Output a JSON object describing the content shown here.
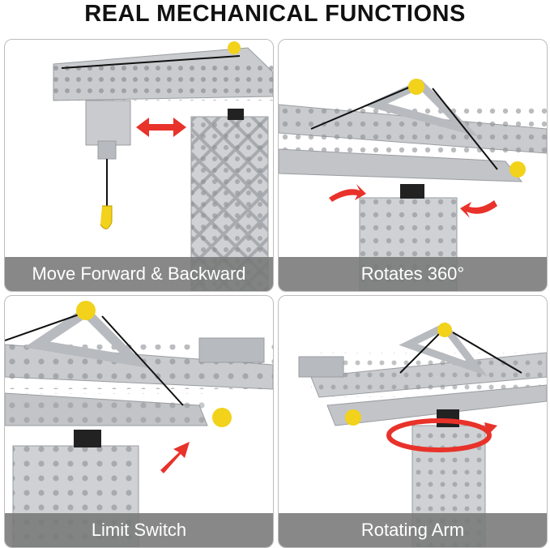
{
  "title": "REAL MECHANICAL FUNCTIONS",
  "panels": [
    {
      "caption": "Move Forward & Backward"
    },
    {
      "caption": "Rotates 360°"
    },
    {
      "caption": "Limit Switch"
    },
    {
      "caption": "Rotating Arm"
    }
  ],
  "colors": {
    "metal": "#c9cbce",
    "metal_dark": "#9a9da1",
    "hole": "#8d9094",
    "accent_red": "#e8322a",
    "accent_yellow": "#f2d21a",
    "caption_bg": "#7a7a7a"
  }
}
